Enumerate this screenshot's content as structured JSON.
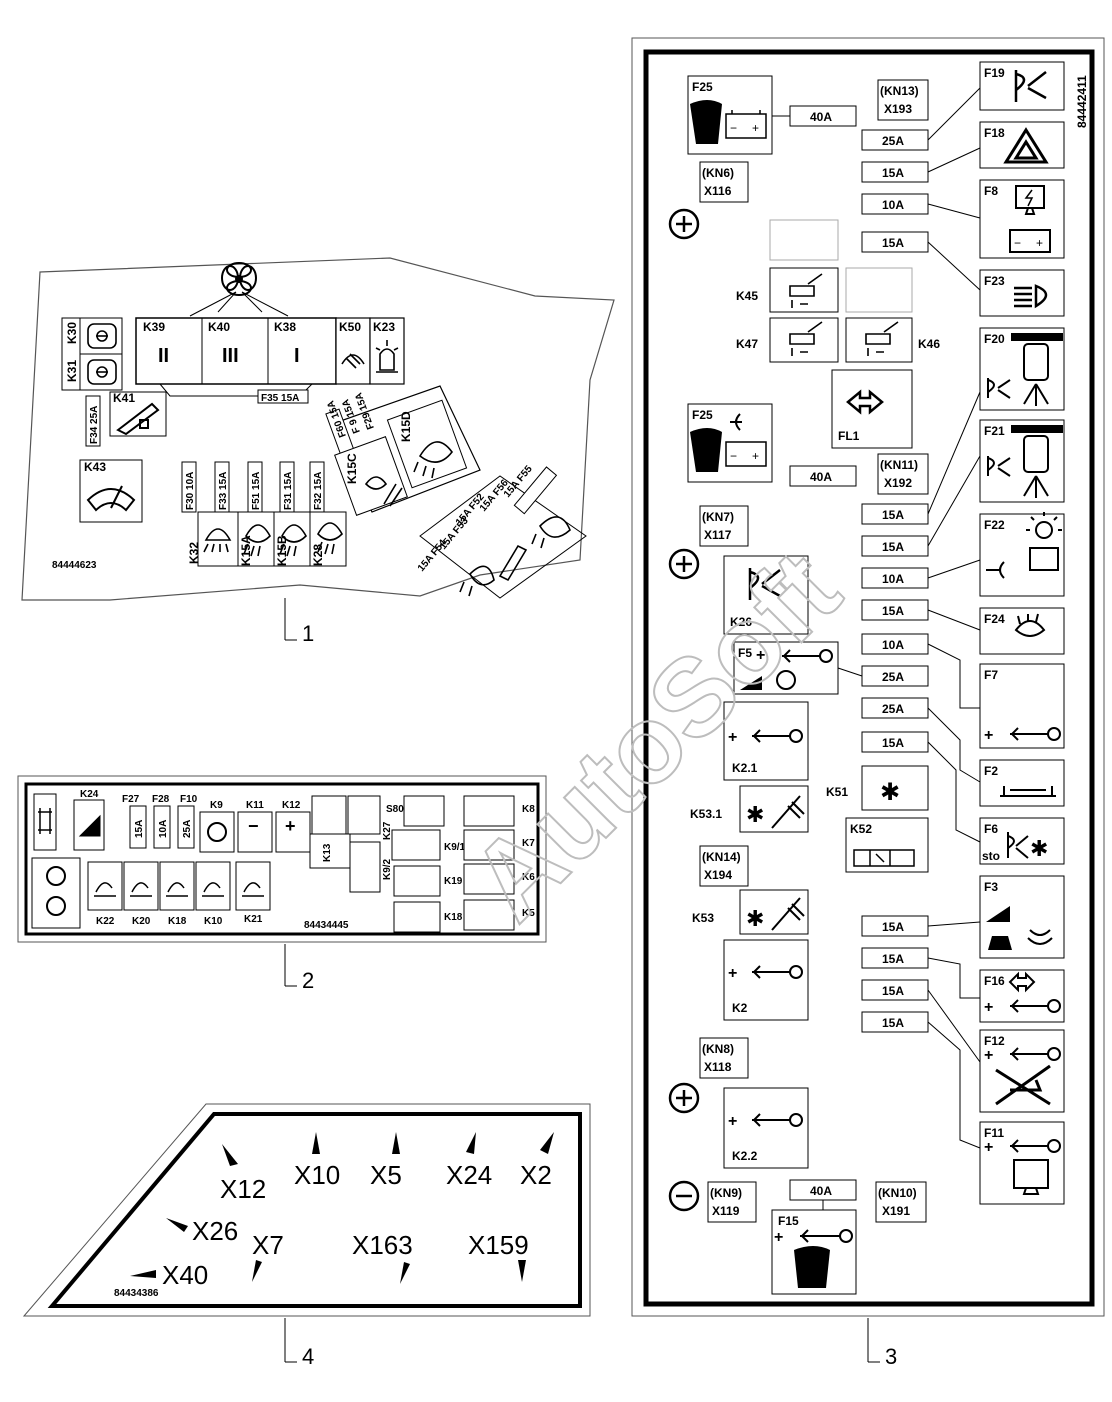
{
  "watermark": "AutoSoft",
  "callouts": {
    "c1": "1",
    "c2": "2",
    "c3": "3",
    "c4": "4"
  },
  "panel1": {
    "partno": "84444623",
    "relays": [
      "K39",
      "K40",
      "K38",
      "K50",
      "K23",
      "K30",
      "K31",
      "K41",
      "K43",
      "K32",
      "K15A",
      "K15B",
      "K28",
      "K15C",
      "K15D"
    ],
    "fan_labels": [
      "II",
      "III",
      "I"
    ],
    "fuses": {
      "f35": "F35 15A",
      "f34": "F34 25A",
      "f30": "F30 10A",
      "f33": "F33 15A",
      "f51": "F51 15A",
      "f31": "F31 15A",
      "f32": "F32 15A",
      "f60": "F60 15A",
      "f9": "F 9  15A",
      "f29": "F29 15A",
      "f55": "15A F55",
      "f56": "15A F56",
      "f52": "15A F52",
      "f53": "15A F53",
      "f54": "15A F54"
    }
  },
  "panel2": {
    "partno": "84434445",
    "top_labels": [
      "K24",
      "F27",
      "F28",
      "F10",
      "K9",
      "K11",
      "K12",
      "S80",
      "K8",
      "K7",
      "K6",
      "K5",
      "K13",
      "K27",
      "K9/1",
      "K9/2",
      "K19",
      "K18"
    ],
    "fuse_values": [
      "15A",
      "10A",
      "25A"
    ],
    "bottom_labels": [
      "K22",
      "K20",
      "K18",
      "K10",
      "K21"
    ]
  },
  "panel3": {
    "partno": "84442411",
    "fuse_values": [
      "40A",
      "25A",
      "15A",
      "10A",
      "15A",
      "40A",
      "15A",
      "15A",
      "10A",
      "15A",
      "10A",
      "25A",
      "25A",
      "15A",
      "15A",
      "15A",
      "15A",
      "15A",
      "40A"
    ],
    "connectors": [
      "(KN13)",
      "X193",
      "(KN6)",
      "X116",
      "(KN11)",
      "X192",
      "(KN7)",
      "X117",
      "(KN14)",
      "X194",
      "(KN8)",
      "X118",
      "(KN9)",
      "X119",
      "(KN10)",
      "X191"
    ],
    "fuse_ids": [
      "F25",
      "F19",
      "F18",
      "F8",
      "F23",
      "F25",
      "F20",
      "F21",
      "F22",
      "F24",
      "F5",
      "F7",
      "F2",
      "F6",
      "F3",
      "F16",
      "F12",
      "F11",
      "F15"
    ],
    "relays": [
      "K45",
      "K47",
      "K46",
      "FL1",
      "K26",
      "K2.1",
      "K53.1",
      "K51",
      "K52",
      "K53",
      "K2",
      "K2.2"
    ],
    "misc": {
      "sto": "sto"
    }
  },
  "panel4": {
    "partno": "84434386",
    "connectors": [
      "X12",
      "X10",
      "X5",
      "X24",
      "X2",
      "X26",
      "X7",
      "X163",
      "X159",
      "X40"
    ]
  }
}
